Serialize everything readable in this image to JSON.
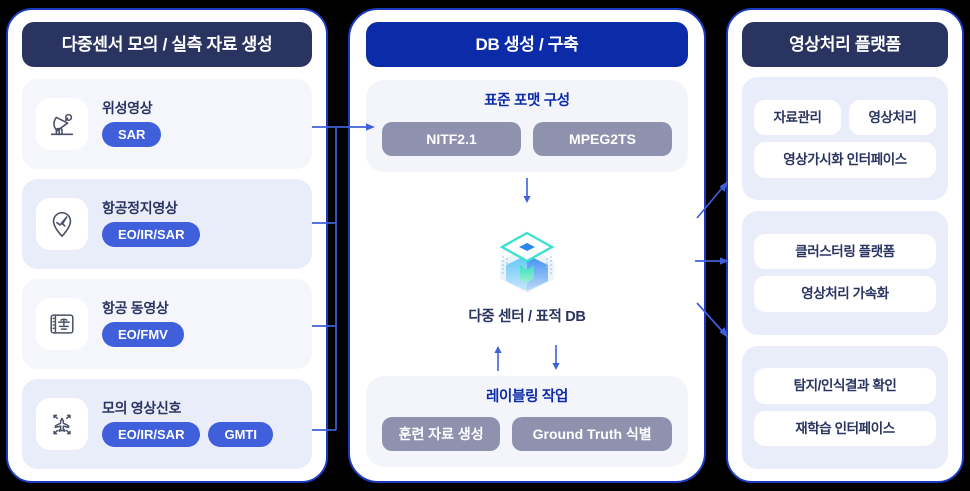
{
  "colors": {
    "header_navy": "#2a3460",
    "header_blue": "#0b2ba8",
    "tag_blue": "#3f5fdb",
    "chip_gray": "#8e92ae",
    "group_bg": "#e9ecf9",
    "panel_bg": "#f4f5fa",
    "border_blue": "#1a3bbf",
    "arrow_blue": "#3f5fdb",
    "background": "#000000"
  },
  "left": {
    "header": "다중센서 모의 / 실측 자료 생성",
    "sources": [
      {
        "icon": "satellite-dish-icon",
        "title": "위성영상",
        "tags": [
          "SAR"
        ]
      },
      {
        "icon": "location-pin-aircraft-icon",
        "title": "항공정지영상",
        "tags": [
          "EO/IR/SAR"
        ]
      },
      {
        "icon": "video-frame-aircraft-icon",
        "title": "항공 동영상",
        "tags": [
          "EO/FMV"
        ]
      },
      {
        "icon": "aircraft-broadcast-icon",
        "title": "모의 영상신호",
        "tags": [
          "EO/IR/SAR",
          "GMTI"
        ]
      }
    ]
  },
  "middle": {
    "header": "DB 생성 / 구축",
    "format_panel": {
      "title": "표준 포맷 구성",
      "chips": [
        "NITF2.1",
        "MPEG2TS"
      ]
    },
    "db": {
      "icon": "isometric-database-cube-icon",
      "caption": "다중 센터 / 표적 DB"
    },
    "labeling_panel": {
      "title": "레이블링 작업",
      "chips": [
        "훈련 자료 생성",
        "Ground Truth 식별"
      ]
    }
  },
  "right": {
    "header": "영상처리 플랫폼",
    "groups": [
      {
        "rows": [
          [
            "자료관리",
            "영상처리"
          ],
          [
            "영상가시화 인터페이스"
          ]
        ]
      },
      {
        "rows": [
          [
            "클러스터링 플랫폼"
          ],
          [
            "영상처리 가속화"
          ]
        ]
      },
      {
        "rows": [
          [
            "탐지/인식결과 확인"
          ],
          [
            "재학습 인터페이스"
          ]
        ]
      }
    ]
  }
}
